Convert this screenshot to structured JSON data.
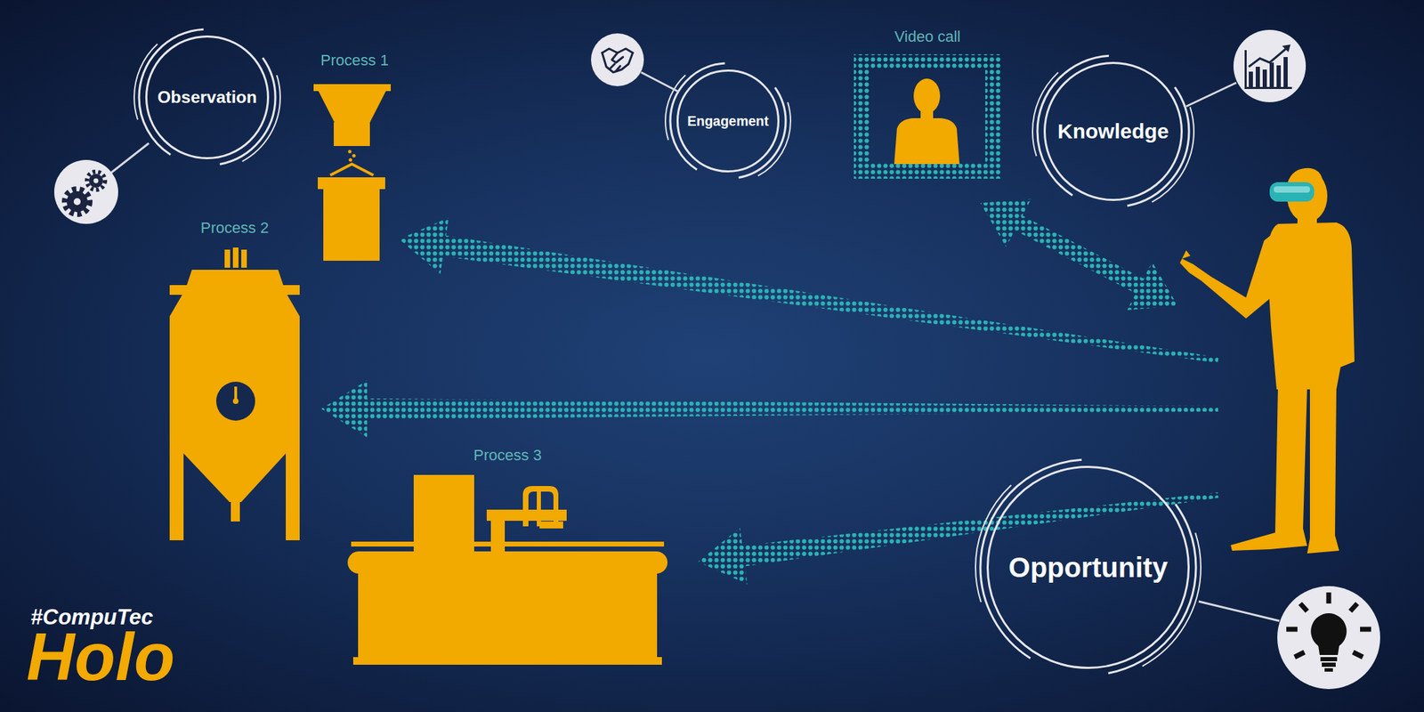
{
  "diagram": {
    "nodes": [
      {
        "text": [
          "Observation"
        ]
      },
      {
        "text": [
          "Process 1"
        ]
      },
      {
        "text": [
          "Engagement"
        ]
      },
      {
        "text": [
          "Video call"
        ]
      },
      {
        "text": [
          "Knowledge"
        ]
      },
      {
        "text": [
          "Process 2"
        ]
      },
      {
        "text": [
          "Process 3"
        ]
      },
      {
        "text": [
          "Opportunity"
        ]
      }
    ],
    "labels": [
      "#CompuTec",
      "Holo"
    ]
  }
}
